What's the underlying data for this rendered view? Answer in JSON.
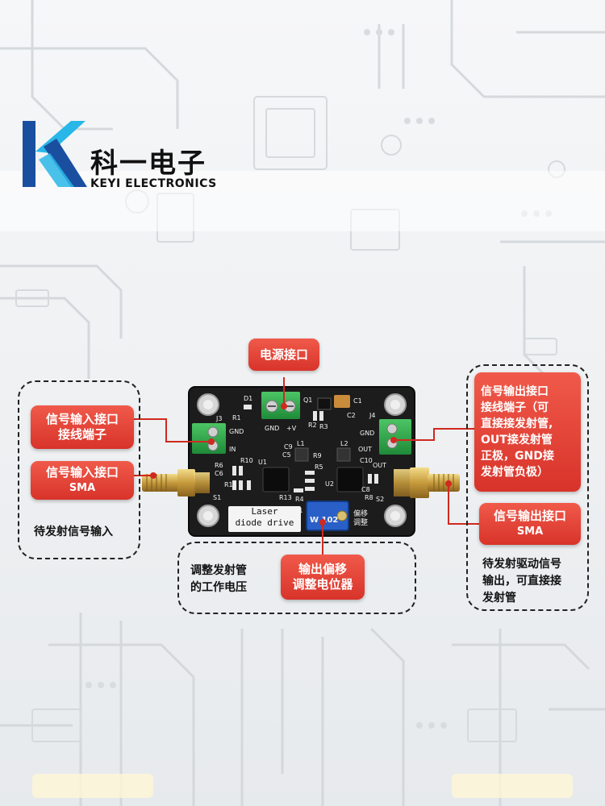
{
  "brand": {
    "name_cn": "科一电子",
    "name_en": "KEYI ELECTRONICS",
    "colors": {
      "logo_dark": "#1a4fa0",
      "logo_light": "#29b6e8"
    }
  },
  "callouts": {
    "power": "电源接口",
    "signal_in_terminal": [
      "信号输入接口",
      "接线端子"
    ],
    "signal_in_sma": {
      "title": "信号输入接口",
      "sub": "SMA"
    },
    "signal_out_terminal": [
      "信号输出接口",
      "接线端子（可",
      "直接接发射管,",
      "OUT接发射管",
      "正极，GND接",
      "发射管负极）"
    ],
    "signal_out_sma": {
      "title": "信号输出接口",
      "sub": "SMA"
    },
    "offset_pot": [
      "输出偏移",
      "调整电位器"
    ]
  },
  "notes": {
    "input_note": "待发射信号输入",
    "voltage_note": [
      "调整发射管",
      "的工作电压"
    ],
    "output_note": [
      "待发射驱动信号",
      "输出，可直接接",
      "发射管"
    ]
  },
  "board": {
    "laser_label": [
      "Laser",
      "diode drive"
    ],
    "adjust_label": "偏移调整",
    "silk": {
      "d1": "D1",
      "r1": "R1",
      "q1": "Q1",
      "c1": "C1",
      "c2": "C2",
      "r2": "R2",
      "r3": "R3",
      "j3": "J3",
      "j4": "J4",
      "gnd_left": "GND",
      "in": "IN",
      "gnd_top": "GND",
      "plus_v": "+V",
      "gnd_right": "GND",
      "out_right": "OUT",
      "u1": "U1",
      "u2": "U2",
      "l1": "L1",
      "l2": "L2",
      "r6": "R6",
      "c6": "C6",
      "r10": "R10",
      "r11": "R11",
      "s1": "S1",
      "s2": "S2",
      "r5": "R5",
      "r9": "R9",
      "c5": "C5",
      "c9": "C9",
      "c10": "C10",
      "c8": "C8",
      "r8": "R8",
      "r4": "R4",
      "r13": "R13",
      "rp1": "RP1",
      "out_left": "OUT",
      "pot_code": "W 102"
    }
  },
  "colors": {
    "callout_red": "#e0392e",
    "pcb": "#1a1a1a",
    "terminal_green": "#2ea84a",
    "sma_gold": "#c9a54a",
    "pot_blue": "#2a5fc8"
  }
}
